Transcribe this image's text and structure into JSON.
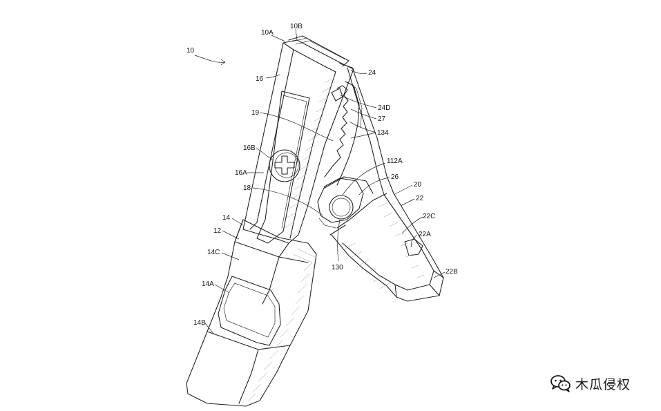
{
  "figure": {
    "reference_labels": [
      {
        "id": "10",
        "text": "10"
      },
      {
        "id": "10A",
        "text": "10A"
      },
      {
        "id": "10B",
        "text": "10B"
      },
      {
        "id": "24",
        "text": "24"
      },
      {
        "id": "16",
        "text": "16"
      },
      {
        "id": "24D",
        "text": "24D"
      },
      {
        "id": "27",
        "text": "27"
      },
      {
        "id": "19",
        "text": "19"
      },
      {
        "id": "134",
        "text": "134"
      },
      {
        "id": "16B",
        "text": "16B"
      },
      {
        "id": "112A",
        "text": "112A"
      },
      {
        "id": "16A",
        "text": "16A"
      },
      {
        "id": "26",
        "text": "26"
      },
      {
        "id": "20",
        "text": "20"
      },
      {
        "id": "18",
        "text": "18"
      },
      {
        "id": "22",
        "text": "22"
      },
      {
        "id": "22C",
        "text": "22C"
      },
      {
        "id": "14",
        "text": "14"
      },
      {
        "id": "12",
        "text": "12"
      },
      {
        "id": "22A",
        "text": "22A"
      },
      {
        "id": "14C",
        "text": "14C"
      },
      {
        "id": "130",
        "text": "130"
      },
      {
        "id": "22B",
        "text": "22B"
      },
      {
        "id": "14A",
        "text": "14A"
      },
      {
        "id": "14B",
        "text": "14B"
      }
    ]
  },
  "watermark": {
    "text": "木瓜侵权",
    "icon": "wechat-icon"
  }
}
